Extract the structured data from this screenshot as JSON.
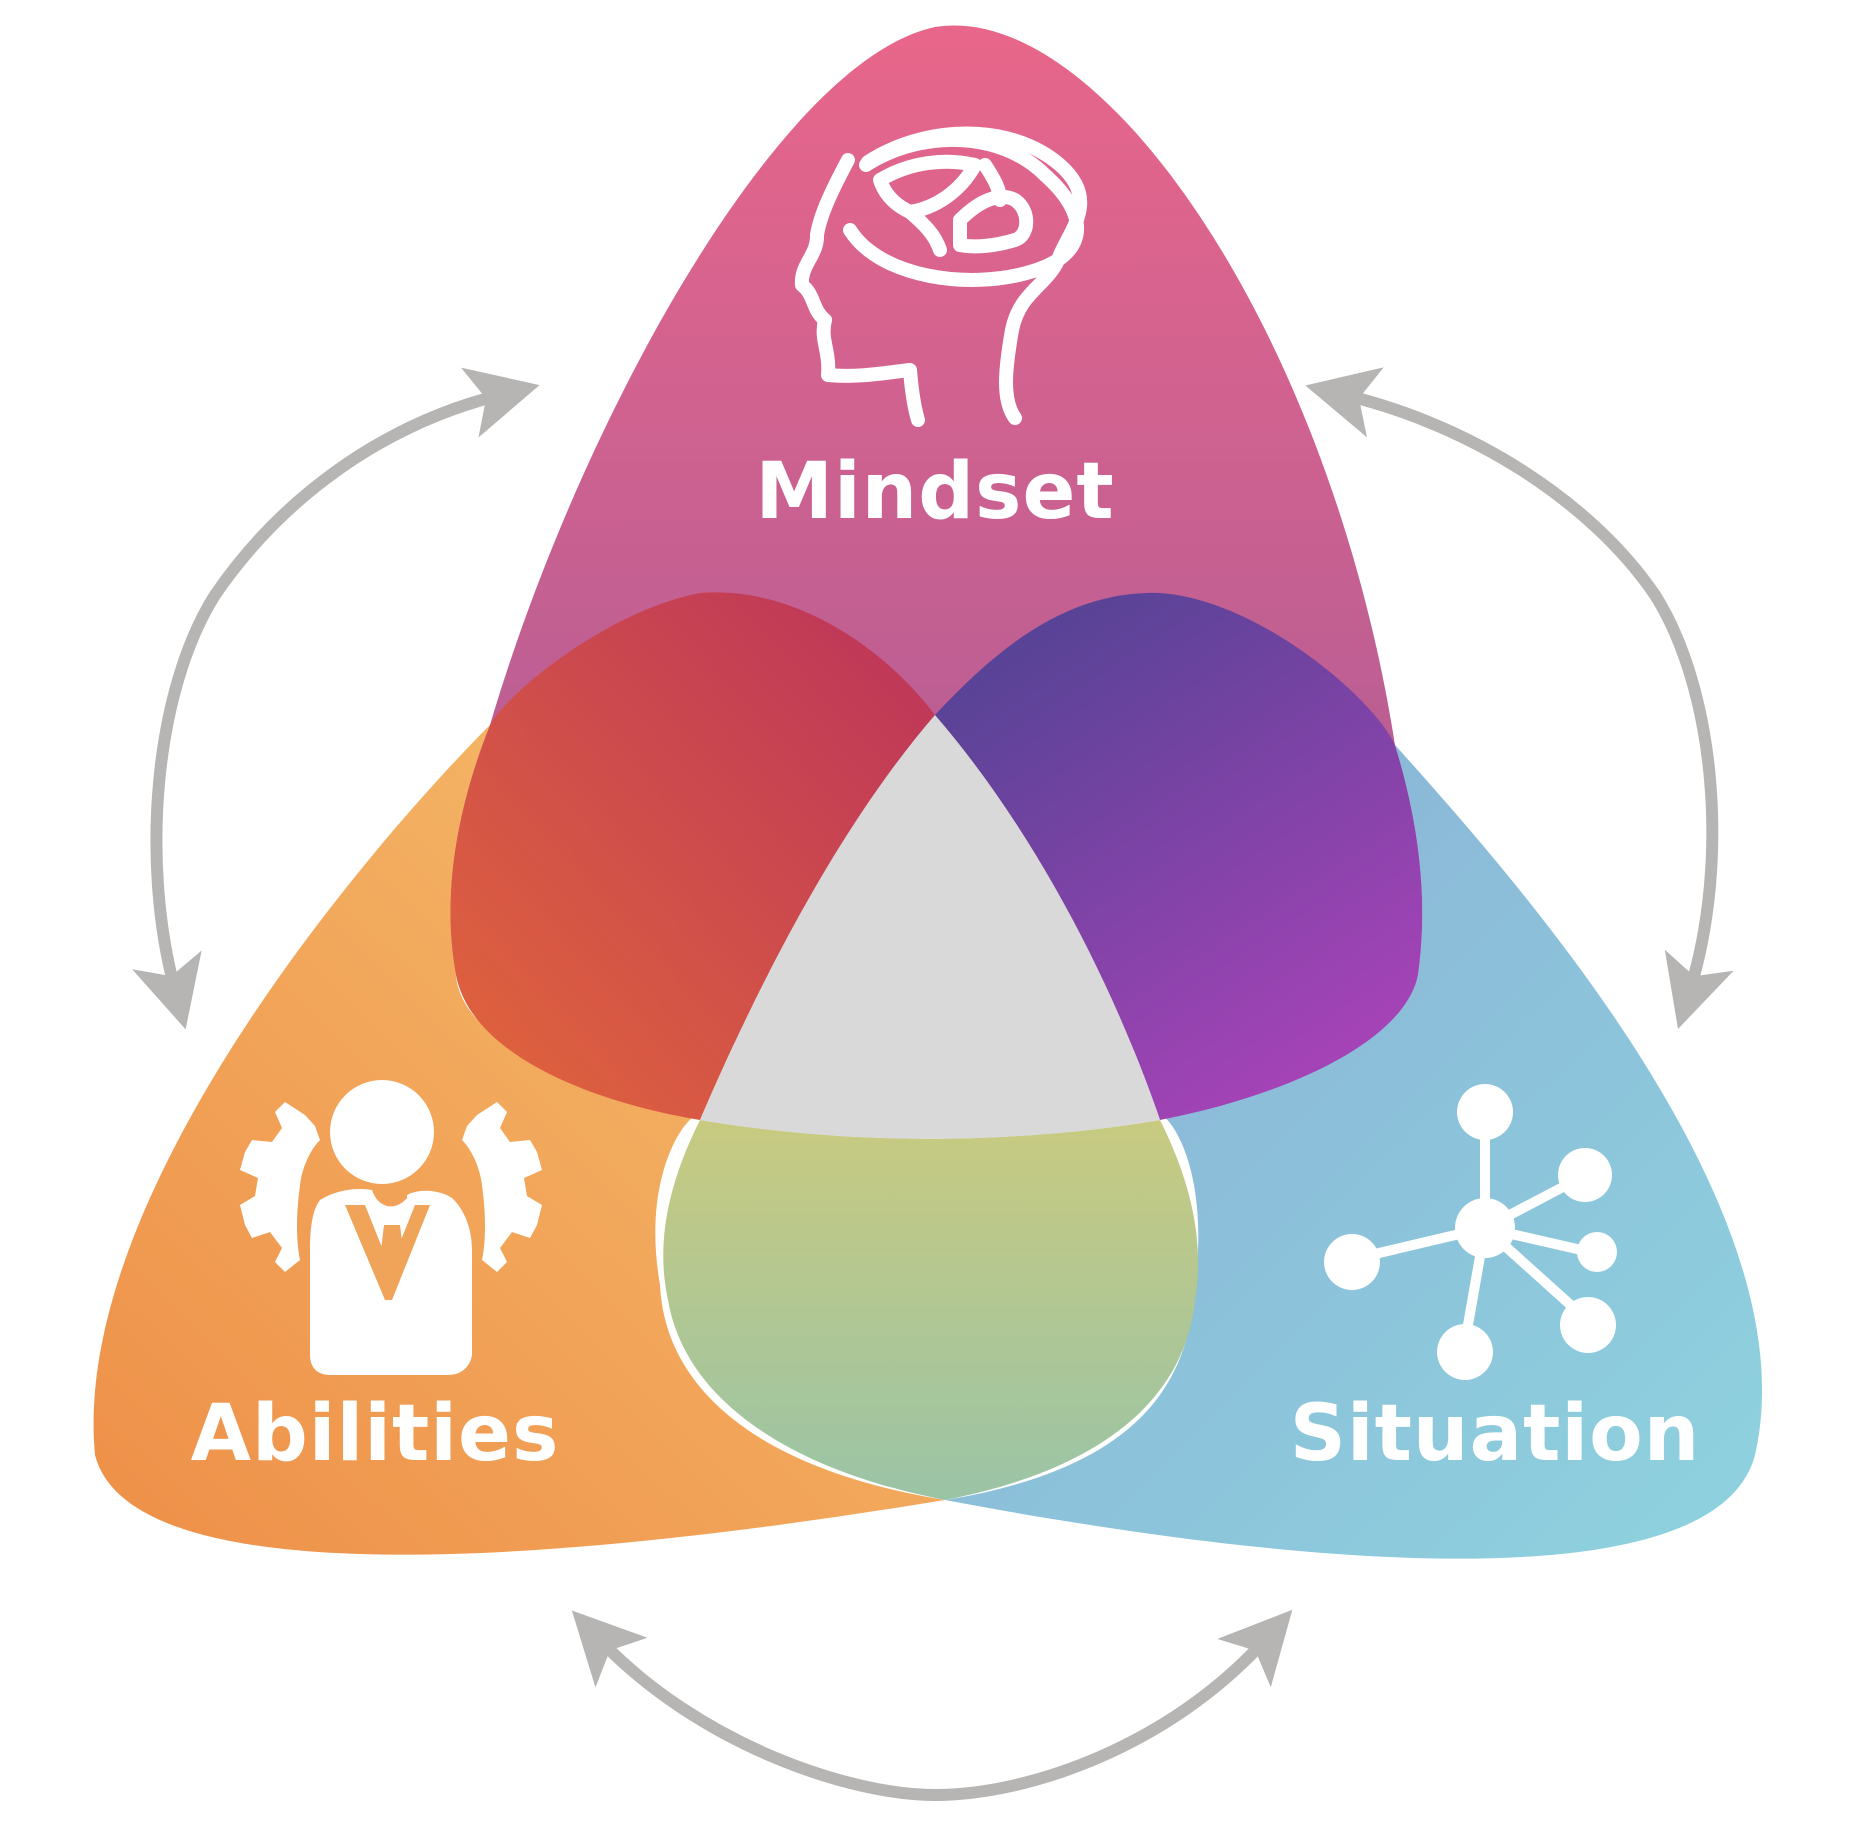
{
  "labels": {
    "mindset": "Mindset",
    "abilities": "Abilities",
    "situation": "Situation"
  },
  "icons": {
    "mindset": "head-brain-icon",
    "abilities": "person-gears-icon",
    "situation": "network-nodes-icon"
  },
  "colors": {
    "mindset_top": "#e8668a",
    "mindset_bottom": "#a35a99",
    "abilities": "#f2a65e",
    "situation": "#8cc6dc",
    "mindset_abilities_overlap": "#d9553e",
    "mindset_situation_overlap": "#5a3f98",
    "abilities_situation_overlap": "#c3c98a",
    "center": "#d9d9d9",
    "arrows": "#b7b5b3"
  }
}
